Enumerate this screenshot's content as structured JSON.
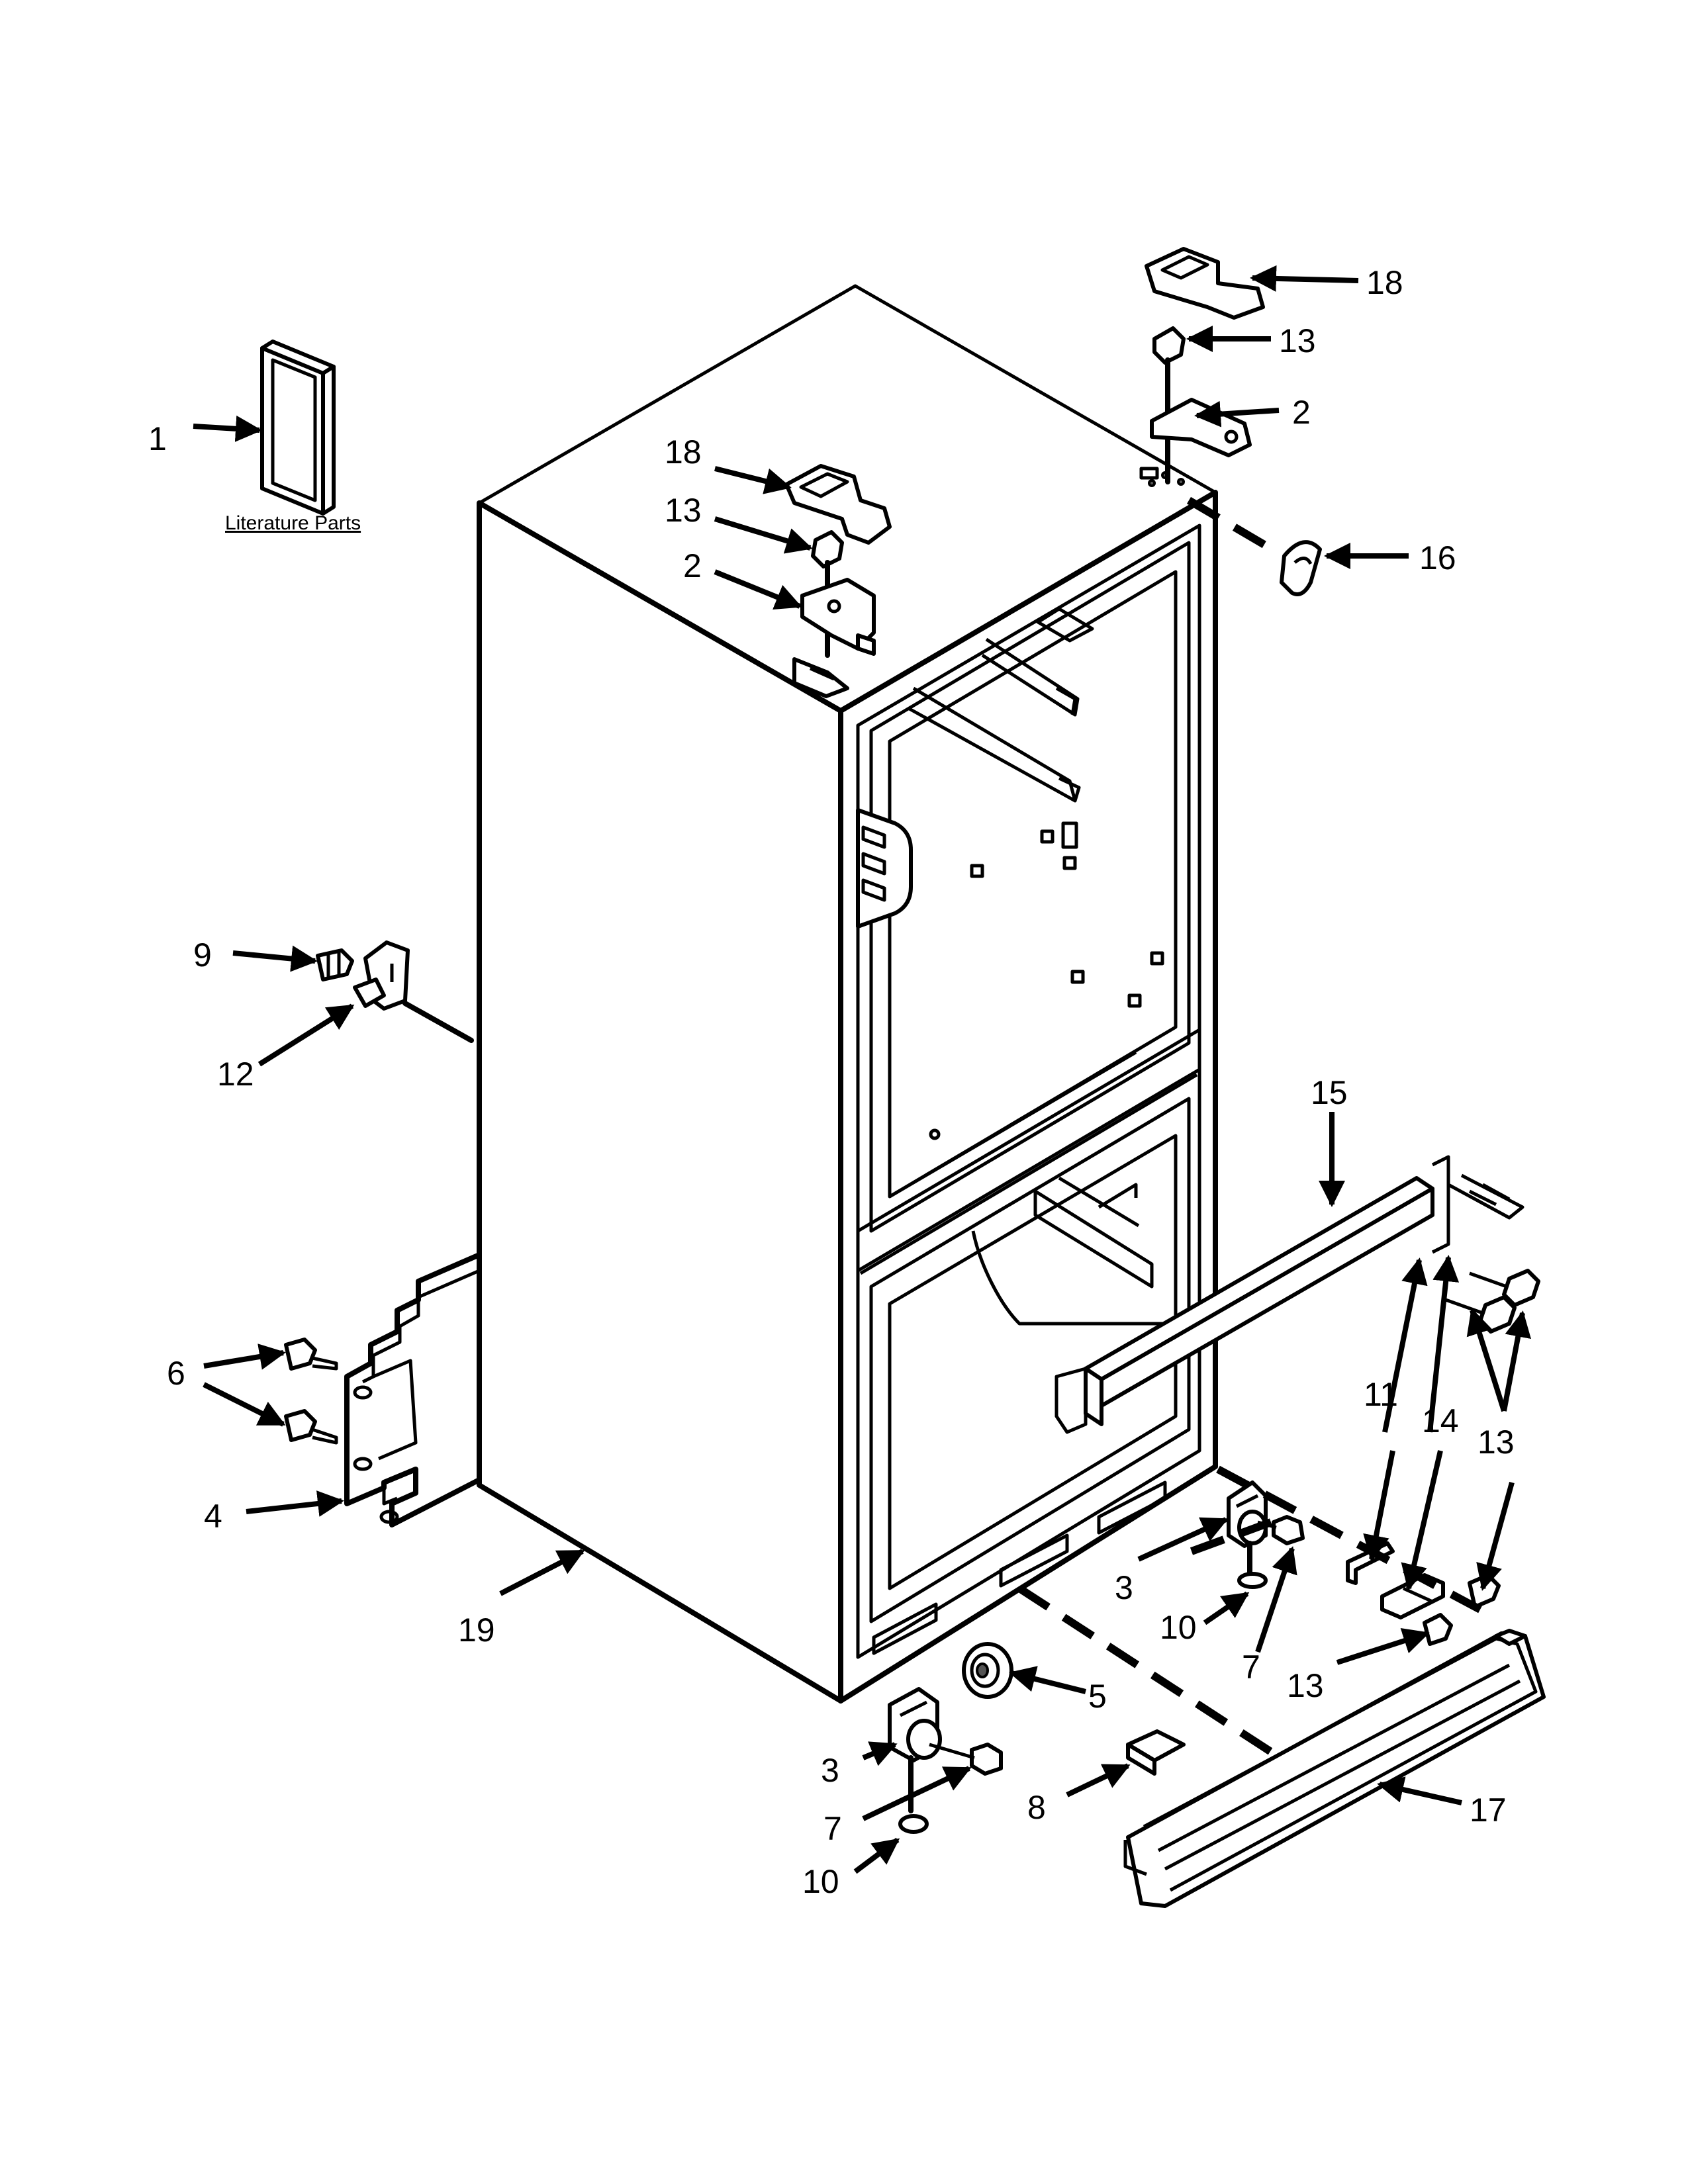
{
  "literature_label": "Literature Parts",
  "callouts": {
    "c1": "1",
    "c2a": "2",
    "c2b": "2",
    "c3a": "3",
    "c3b": "3",
    "c4": "4",
    "c5": "5",
    "c6": "6",
    "c7a": "7",
    "c7b": "7",
    "c8": "8",
    "c9": "9",
    "c10a": "10",
    "c10b": "10",
    "c11": "11",
    "c12": "12",
    "c13a": "13",
    "c13b": "13",
    "c13c": "13",
    "c13d": "13",
    "c14": "14",
    "c15": "15",
    "c16": "16",
    "c17": "17",
    "c18a": "18",
    "c18b": "18",
    "c19": "19"
  }
}
